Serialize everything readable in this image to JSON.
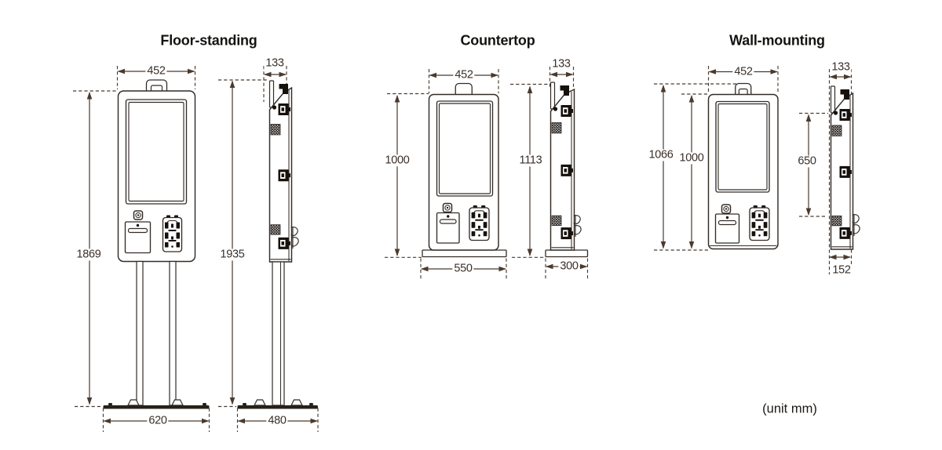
{
  "unit_note": "(unit mm)",
  "colors": {
    "line": "#332c27",
    "dimension": "#4a3a2e",
    "detail_fill": "#17110c"
  },
  "sections": [
    {
      "title": "Floor-standing",
      "front": {
        "width_mm": "452",
        "height_mm": "1869",
        "base_width_mm": "620"
      },
      "side": {
        "depth_mm": "133",
        "height_mm": "1935",
        "base_depth_mm": "480"
      }
    },
    {
      "title": "Countertop",
      "front": {
        "width_mm": "452",
        "height_mm": "1000",
        "base_width_mm": "550"
      },
      "side": {
        "depth_mm": "133",
        "height_mm": "1113",
        "base_depth_mm": "300"
      }
    },
    {
      "title": "Wall-mounting",
      "front": {
        "width_mm": "452",
        "overall_height_mm": "1066",
        "height_mm": "1000"
      },
      "side": {
        "depth_mm": "133",
        "mount_height_mm": "650",
        "depth_with_mount_mm": "152"
      }
    }
  ]
}
